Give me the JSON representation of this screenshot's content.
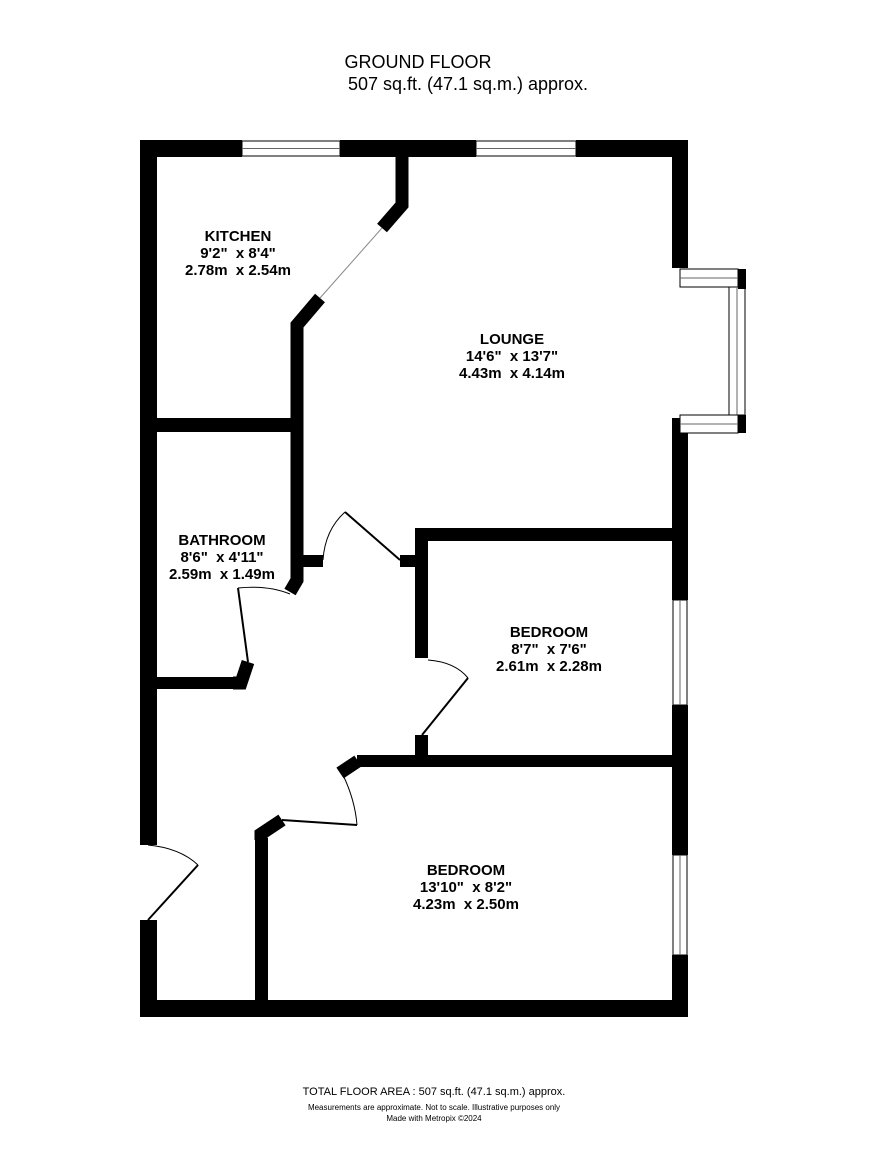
{
  "header": {
    "floor": "GROUND FLOOR",
    "area": "507 sq.ft. (47.1 sq.m.) approx."
  },
  "rooms": [
    {
      "name": "KITCHEN",
      "imperial": "9'2\"  x 8'4\"",
      "metric": "2.78m  x 2.54m"
    },
    {
      "name": "LOUNGE",
      "imperial": "14'6\"  x 13'7\"",
      "metric": "4.43m  x 4.14m"
    },
    {
      "name": "BATHROOM",
      "imperial": "8'6\"  x 4'11\"",
      "metric": "2.59m  x 1.49m"
    },
    {
      "name": "BEDROOM",
      "imperial": "8'7\"  x 7'6\"",
      "metric": "2.61m  x 2.28m"
    },
    {
      "name": "BEDROOM",
      "imperial": "13'10\"  x 8'2\"",
      "metric": "4.23m  x 2.50m"
    }
  ],
  "footer": {
    "total": "TOTAL FLOOR AREA : 507 sq.ft. (47.1 sq.m.) approx.",
    "disclaimer": "Measurements are approximate.  Not to scale.  Illustrative purposes only",
    "credit": "Made with Metropix ©2024"
  }
}
